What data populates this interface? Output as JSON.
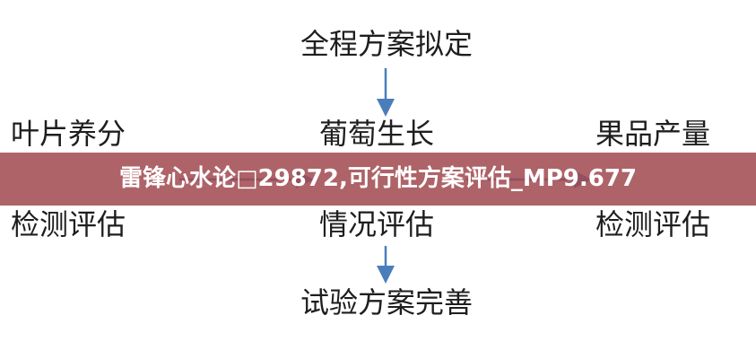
{
  "diagram": {
    "top": "全程方案拟定",
    "left": [
      "叶片养分",
      "检测评估"
    ],
    "middle": [
      "葡萄生长",
      "情况评估"
    ],
    "right": [
      "果品产量",
      "检测评估"
    ],
    "bottom": "试验方案完善",
    "arrow_color": "#4a7ebb"
  },
  "overlay": {
    "title": "雷锋心水论□29872,可行性方案评估_MP9.677",
    "color": "#a0484e"
  }
}
